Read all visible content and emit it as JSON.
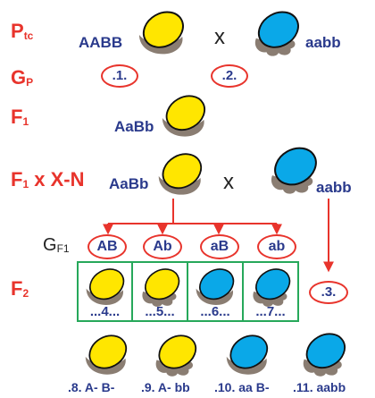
{
  "colors": {
    "label_red": "#e8342c",
    "text_navy": "#2a3a8c",
    "seed_yellow": "#ffe600",
    "seed_blue": "#0aa8e8",
    "seed_shadow": "#8a7d72",
    "box_green": "#26a85a"
  },
  "rows": {
    "ptc": {
      "main": "P",
      "sub": "tc"
    },
    "gp": {
      "main": "G",
      "sub": "P"
    },
    "f1": {
      "main": "F",
      "sub": "1"
    },
    "f1cross": {
      "main": "F",
      "sub": "1",
      "rest": " x X-N"
    },
    "f2": {
      "main": "F",
      "sub": "2"
    },
    "gf1": {
      "main": "G",
      "sub": "F1"
    }
  },
  "ptc": {
    "left": "AABB",
    "cross": "x",
    "right": "aabb"
  },
  "gp": {
    "blank1": ".1.",
    "blank2": ".2."
  },
  "f1": {
    "genotype": "AaBb"
  },
  "testcross": {
    "left": "AaBb",
    "cross": "x",
    "right": "aabb"
  },
  "gametes": [
    "AB",
    "Ab",
    "aB",
    "ab"
  ],
  "f2_blanks": [
    "...4...",
    "...5...",
    "...6...",
    "...7..."
  ],
  "blank3": ".3.",
  "bottom_labels": [
    ".8. A- B-",
    ".9. A- bb",
    ".10. aa B-",
    ".11. aabb"
  ],
  "seed_colors": {
    "ptc_left": "yellow",
    "ptc_right": "blue",
    "f1": "yellow",
    "test_left": "yellow",
    "test_right": "blue",
    "f2": [
      "yellow",
      "yellow",
      "blue",
      "blue"
    ],
    "bottom": [
      "yellow",
      "yellow",
      "blue",
      "blue"
    ]
  },
  "seed_shapes": {
    "ptc_left": "smooth",
    "ptc_right": "wrinkled",
    "f1": "smooth",
    "test_left": "smooth",
    "test_right": "wrinkled",
    "f2": [
      "smooth",
      "wrinkled",
      "smooth",
      "wrinkled"
    ],
    "bottom": [
      "smooth",
      "wrinkled",
      "smooth",
      "wrinkled"
    ]
  }
}
